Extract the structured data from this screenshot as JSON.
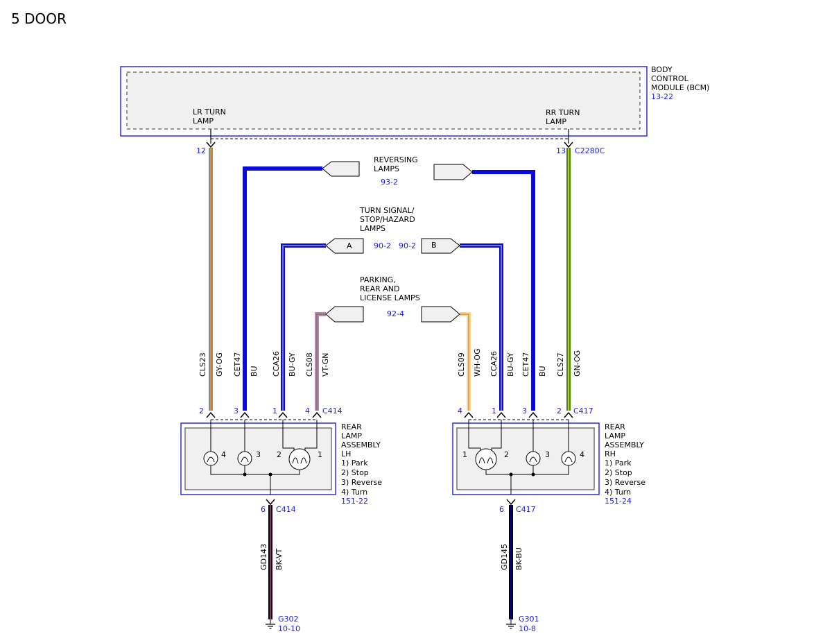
{
  "title": "5 DOOR",
  "bcm": {
    "label_lines": [
      "BODY",
      "CONTROL",
      "MODULE (BCM)"
    ],
    "ref": "13-22",
    "lr_turn_lines": [
      "LR TURN",
      "LAMP"
    ],
    "rr_turn_lines": [
      "RR TURN",
      "LAMP"
    ],
    "lr_pin": "12",
    "rr_pin": "13",
    "connector": "C2280C"
  },
  "groups": {
    "reversing": {
      "lines": [
        "REVERSING",
        "LAMPS"
      ],
      "ref": "93-2"
    },
    "turn": {
      "lines": [
        "TURN SIGNAL/",
        "STOP/HAZARD",
        "LAMPS"
      ],
      "ref_left": "90-2",
      "ref_right": "90-2",
      "tag_left": "A",
      "tag_right": "B"
    },
    "parking": {
      "lines": [
        "PARKING,",
        "REAR AND",
        "LICENSE LAMPS"
      ],
      "ref": "92-4"
    }
  },
  "wires": [
    {
      "id": "CLS23",
      "color": "GY-OG"
    },
    {
      "id": "CET47",
      "color": "BU"
    },
    {
      "id": "CCA26",
      "color": "BU-GY"
    },
    {
      "id": "CLS08",
      "color": "VT-GN"
    },
    {
      "id": "CLS09",
      "color": "WH-OG"
    },
    {
      "id": "CCA26",
      "color": "BU-GY"
    },
    {
      "id": "CET47",
      "color": "BU"
    },
    {
      "id": "CLS27",
      "color": "GN-OG"
    }
  ],
  "lh": {
    "connector": "C414",
    "top_pins": [
      "2",
      "3",
      "1",
      "4"
    ],
    "bulb_pins": [
      "4",
      "3",
      "2",
      "1"
    ],
    "label_lines": [
      "REAR",
      "LAMP",
      "ASSEMBLY",
      "LH"
    ],
    "functions": [
      "1) Park",
      "2) Stop",
      "3) Reverse",
      "4) Turn"
    ],
    "ref": "151-22",
    "ground_pin": "6",
    "ground_connector": "C414",
    "ground_wire": {
      "id": "GD143",
      "color": "BK-VT"
    },
    "ground": "G302",
    "ground_ref": "10-10"
  },
  "rh": {
    "connector": "C417",
    "top_pins": [
      "4",
      "1",
      "3",
      "2"
    ],
    "bulb_pins": [
      "1",
      "2",
      "3",
      "4"
    ],
    "label_lines": [
      "REAR",
      "LAMP",
      "ASSEMBLY",
      "RH"
    ],
    "functions": [
      "1) Park",
      "2) Stop",
      "3) Reverse",
      "4) Turn"
    ],
    "ref": "151-24",
    "ground_pin": "6",
    "ground_connector": "C417",
    "ground_wire": {
      "id": "GD145",
      "color": "BK-BU"
    },
    "ground": "G301",
    "ground_ref": "10-8"
  },
  "colors": {
    "module_border": "#2a2adf",
    "ref_text": "#1a1ad6",
    "wire_bu": "#0a0ad8",
    "wire_gy_og_base": "#8a8f87",
    "wire_gy_og_stripe": "#e28a2a",
    "wire_gn_og_base": "#3f8a10",
    "wire_gn_og_stripe": "#c7c030",
    "wire_vt_gn_base": "#c47fc4",
    "wire_wh_og_base": "#f0dca0",
    "wire_bk_vt_stripe": "#c040a0",
    "wire_bk_bu_stripe": "#0000a0"
  }
}
